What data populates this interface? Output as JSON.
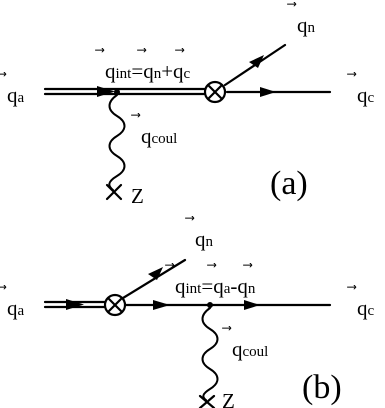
{
  "diagram_a": {
    "vec": "⃗",
    "q": "q",
    "incoming_sub": "a",
    "outgoing_sub": "c",
    "emitted_sub": "n",
    "photon_sub": "coul",
    "int_sub": "int",
    "relation_eq": "=",
    "relation_op": "+",
    "relation_lhs_sub": "n",
    "relation_rhs_sub": "c",
    "target": "Z",
    "panel_label": "(a)"
  },
  "diagram_b": {
    "vec": "⃗",
    "q": "q",
    "incoming_sub": "a",
    "outgoing_sub": "c",
    "emitted_sub": "n",
    "photon_sub": "coul",
    "int_sub": "int",
    "relation_eq": "=",
    "relation_op": "-",
    "relation_lhs_sub": "a",
    "relation_rhs_sub": "n",
    "target": "Z",
    "panel_label": "(b)"
  }
}
